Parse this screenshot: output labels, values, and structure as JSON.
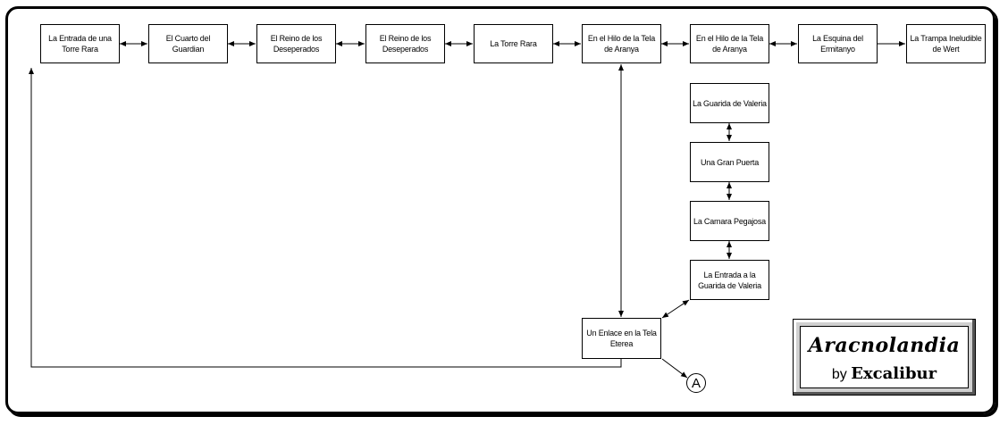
{
  "rooms": [
    {
      "id": "r1",
      "label": "La Entrada de una Torre Rara"
    },
    {
      "id": "r2",
      "label": "El Cuarto del Guardian"
    },
    {
      "id": "r3",
      "label": "El Reino de los Deseperados"
    },
    {
      "id": "r4",
      "label": "El Reino de los Deseperados"
    },
    {
      "id": "r5",
      "label": "La Torre Rara"
    },
    {
      "id": "r6",
      "label": "En el Hilo de la Tela de Aranya"
    },
    {
      "id": "r7",
      "label": "En el Hilo de la Tela de Aranya"
    },
    {
      "id": "r8",
      "label": "La Esquina del Ermitanyo"
    },
    {
      "id": "r9",
      "label": "La Trampa Ineludible de Wert"
    },
    {
      "id": "r10",
      "label": "La Guarida de Valeria"
    },
    {
      "id": "r11",
      "label": "Una Gran Puerta"
    },
    {
      "id": "r12",
      "label": "La Camara Pegajosa"
    },
    {
      "id": "r13",
      "label": "La Entrada a la Guarida de Valeria"
    },
    {
      "id": "r14",
      "label": "Un Enlace en la Tela Eterea"
    }
  ],
  "connections": [
    {
      "from": "r1",
      "to": "r2",
      "type": "two-way"
    },
    {
      "from": "r2",
      "to": "r3",
      "type": "two-way"
    },
    {
      "from": "r3",
      "to": "r4",
      "type": "two-way"
    },
    {
      "from": "r4",
      "to": "r5",
      "type": "two-way"
    },
    {
      "from": "r5",
      "to": "r6",
      "type": "two-way"
    },
    {
      "from": "r6",
      "to": "r7",
      "type": "two-way"
    },
    {
      "from": "r7",
      "to": "r8",
      "type": "two-way"
    },
    {
      "from": "r8",
      "to": "r9",
      "type": "one-way"
    },
    {
      "from": "r6",
      "to": "r14",
      "type": "two-way"
    },
    {
      "from": "r10",
      "to": "r11",
      "type": "two-way"
    },
    {
      "from": "r11",
      "to": "r12",
      "type": "two-way"
    },
    {
      "from": "r12",
      "to": "r13",
      "type": "two-way"
    },
    {
      "from": "r13",
      "to": "r14",
      "type": "two-way"
    },
    {
      "from": "r14",
      "to": "r1",
      "type": "one-way"
    },
    {
      "from": "r14",
      "to": "exit",
      "type": "one-way"
    }
  ],
  "exit_label": "A",
  "map_title": "Aracnolandia",
  "byline": {
    "by": "by",
    "author": "Excalibur"
  }
}
